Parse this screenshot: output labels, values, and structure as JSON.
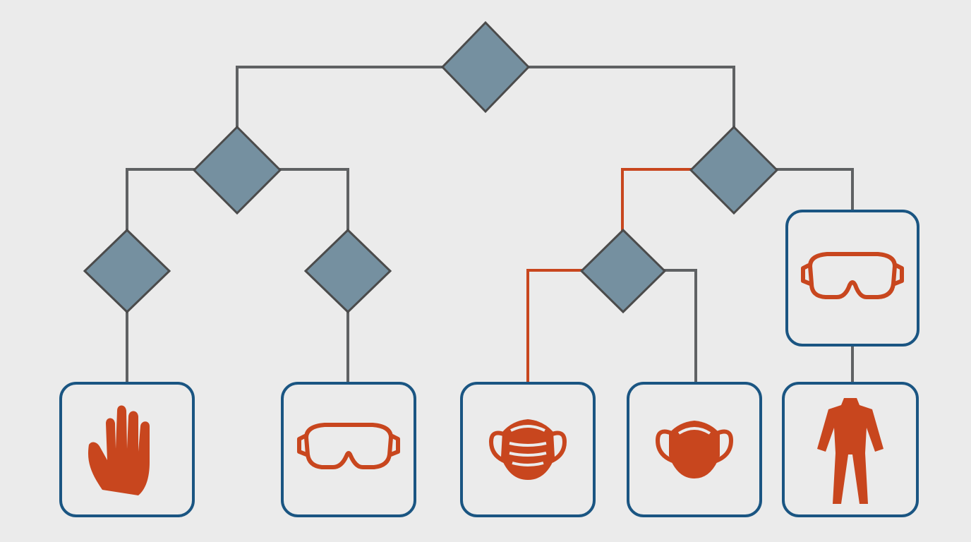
{
  "colors": {
    "background": "#ebebeb",
    "connector_default": "#5f6163",
    "connector_highlight": "#c8461e",
    "decision_fill": "#7590a0",
    "decision_stroke": "#4b4b4b",
    "box_border": "#1a5582",
    "icon_fill": "#c8461e"
  },
  "decisions": [
    {
      "id": "root"
    },
    {
      "id": "left"
    },
    {
      "id": "right"
    },
    {
      "id": "left-left"
    },
    {
      "id": "left-right"
    },
    {
      "id": "right-left"
    }
  ],
  "outcomes": [
    {
      "id": "gloves",
      "icon": "hand-icon"
    },
    {
      "id": "goggles",
      "icon": "goggles-icon"
    },
    {
      "id": "respirator-mask",
      "icon": "pleated-mask-icon"
    },
    {
      "id": "n95-mask",
      "icon": "n95-mask-icon"
    },
    {
      "id": "goggles-upper",
      "icon": "goggles-icon"
    },
    {
      "id": "coverall",
      "icon": "coverall-icon"
    }
  ],
  "highlighted_path": [
    "right",
    "right-left",
    "respirator-mask"
  ]
}
